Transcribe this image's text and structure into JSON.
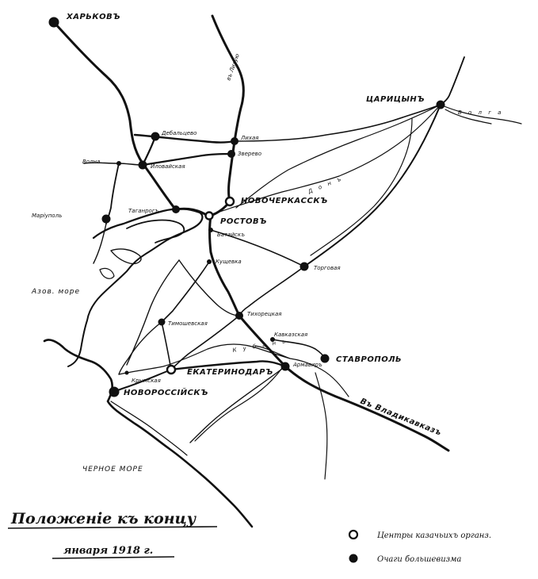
{
  "map": {
    "title": "Положеніе къ концу",
    "date": "января 1918 г.",
    "colors": {
      "ink": "#111111",
      "paper": "#ffffff"
    },
    "cities": {
      "kharkov": "ХАРЬКОВЪ",
      "tsaritsyn": "ЦАРИЦЫНЪ",
      "novocherkassk": "НОВОЧЕРКАССКЪ",
      "rostov": "РОСТОВЪ",
      "taganrog": "Таганрогъ",
      "mariupol": "Маріуполь",
      "yekaterinodar": "ЕКАТЕРИНОДАРЪ",
      "novorossiysk": "НОВОРОССІЙСКЪ",
      "stavropol": "СТАВРОПОЛЬ"
    },
    "stations": {
      "debaltsevo": "Дебальцево",
      "likhaya": "Лихая",
      "zverevo": "Зверево",
      "ilovaiskaya": "Иловайская",
      "volnovakha": "Волна",
      "bataysk": "Батайскъ",
      "kushchevka": "Кущевка",
      "torgovaya": "Торговая",
      "tikhoretskaya": "Тихорецкая",
      "timoshevskaya": "Тимошевская",
      "kavkazskaya": "Кавказская",
      "krymskaya": "Крымская",
      "armavir": "Армавиръ"
    },
    "directions": {
      "to_likhaya": "въ Лихую",
      "to_vladikavkaz": "Въ Владикавказъ"
    },
    "rivers": {
      "don": "Д о н ъ",
      "volga": "В о л г а",
      "kuban": "К у б а н ь"
    },
    "seas": {
      "azov": "Азов. море",
      "black": "ЧЕРНОЕ МОРЕ"
    },
    "legend": {
      "items": [
        {
          "marker": "open-circle",
          "label": "Центры казачьихъ органз."
        },
        {
          "marker": "filled-circle",
          "label": "Очаги большевизма"
        }
      ]
    }
  }
}
